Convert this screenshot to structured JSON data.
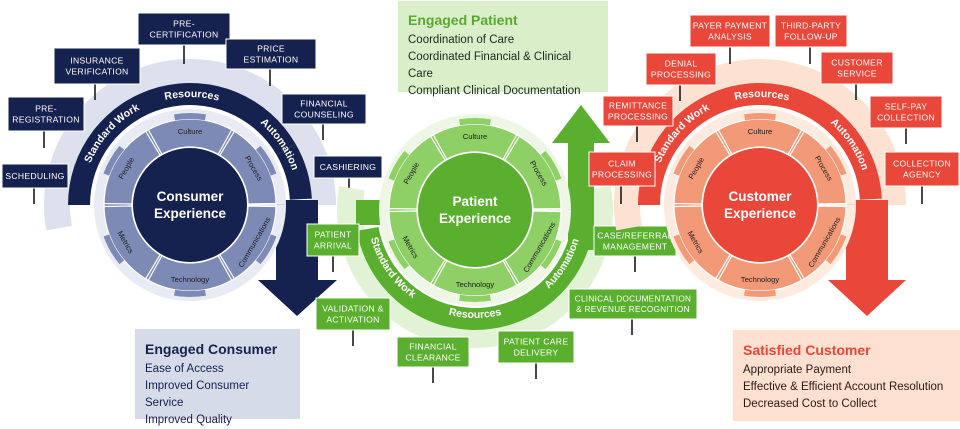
{
  "colors": {
    "navy": "#15214e",
    "navy_ring": "#5a6aa0",
    "navy_light": "#dde1ee",
    "green": "#5aaf2e",
    "green_ring": "#8ecf66",
    "green_light": "#e2f2d5",
    "red": "#e8473a",
    "red_ring": "#f29a78",
    "red_light": "#fde2d2"
  },
  "consumer": {
    "center": [
      "Consumer",
      "Experience"
    ],
    "segments": [
      "Culture",
      "Process",
      "Communications",
      "Technology",
      "Metrics",
      "People"
    ],
    "arc_labels": {
      "standard_work": "Standard Work",
      "resources": "Resources",
      "automation": "Automation"
    },
    "steps": [
      "SCHEDULING",
      "PRE-\nREGISTRATION",
      "INSURANCE\nVERIFICATION",
      "PRE-\nCERTIFICATION",
      "PRICE\nESTIMATION",
      "FINANCIAL\nCOUNSELING",
      "CASHIERING"
    ],
    "outcome": {
      "title": "Engaged Consumer",
      "lines": [
        "Ease of Access",
        "Improved Consumer Service",
        "Improved Quality"
      ]
    }
  },
  "patient": {
    "center": [
      "Patient",
      "Experience"
    ],
    "segments": [
      "Culture",
      "Process",
      "Communications",
      "Technology",
      "Metrics",
      "People"
    ],
    "arc_labels": {
      "standard_work": "Standard Work",
      "resources": "Resources",
      "automation": "Automation"
    },
    "steps": [
      "PATIENT\nARRIVAL",
      "VALIDATION &\nACTIVATION",
      "FINANCIAL\nCLEARANCE",
      "PATIENT CARE\nDELIVERY",
      "CLINICAL DOCUMENTATION\n& REVENUE RECOGNITION",
      "CASE/REFERRAL\nMANAGEMENT"
    ],
    "outcome": {
      "title": "Engaged Patient",
      "lines": [
        "Coordination of Care",
        "Coordinated Financial & Clinical Care",
        "Compliant Clinical Documentation"
      ]
    }
  },
  "customer": {
    "center": [
      "Customer",
      "Experience"
    ],
    "segments": [
      "Culture",
      "Process",
      "Communications",
      "Technology",
      "Metrics",
      "People"
    ],
    "arc_labels": {
      "standard_work": "Standard Work",
      "resources": "Resources",
      "automation": "Automation"
    },
    "steps": [
      "CLAIM\nPROCESSING",
      "REMITTANCE\nPROCESSING",
      "DENIAL\nPROCESSING",
      "PAYER PAYMENT\nANALYSIS",
      "THIRD-PARTY\nFOLLOW-UP",
      "CUSTOMER\nSERVICE",
      "SELF-PAY\nCOLLECTION",
      "COLLECTION\nAGENCY"
    ],
    "outcome": {
      "title": "Satisfied Customer",
      "lines": [
        "Appropriate Payment",
        "Effective & Efficient Account Resolution",
        "Decreased Cost to Collect"
      ]
    }
  }
}
